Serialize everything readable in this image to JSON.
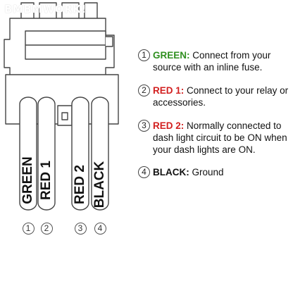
{
  "watermark": "BMBMWORK!",
  "wires": [
    {
      "pin": "1",
      "label": "GREEN"
    },
    {
      "pin": "2",
      "label": "RED 1"
    },
    {
      "pin": "3",
      "label": "RED 2"
    },
    {
      "pin": "4",
      "label": "BLACK"
    }
  ],
  "legend": [
    {
      "num": "1",
      "key": "GREEN:",
      "text": "Connect from your source with an inline fuse.",
      "color": "#2f8f1f"
    },
    {
      "num": "2",
      "key": "RED 1:",
      "text": "Connect to your relay or accessories.",
      "color": "#d21f1f"
    },
    {
      "num": "3",
      "key": "RED 2:",
      "text": "Normally connected to dash light circuit to be ON when your dash lights are ON.",
      "color": "#d21f1f"
    },
    {
      "num": "4",
      "key": "BLACK:",
      "text": "Ground",
      "color": "#111111"
    }
  ]
}
